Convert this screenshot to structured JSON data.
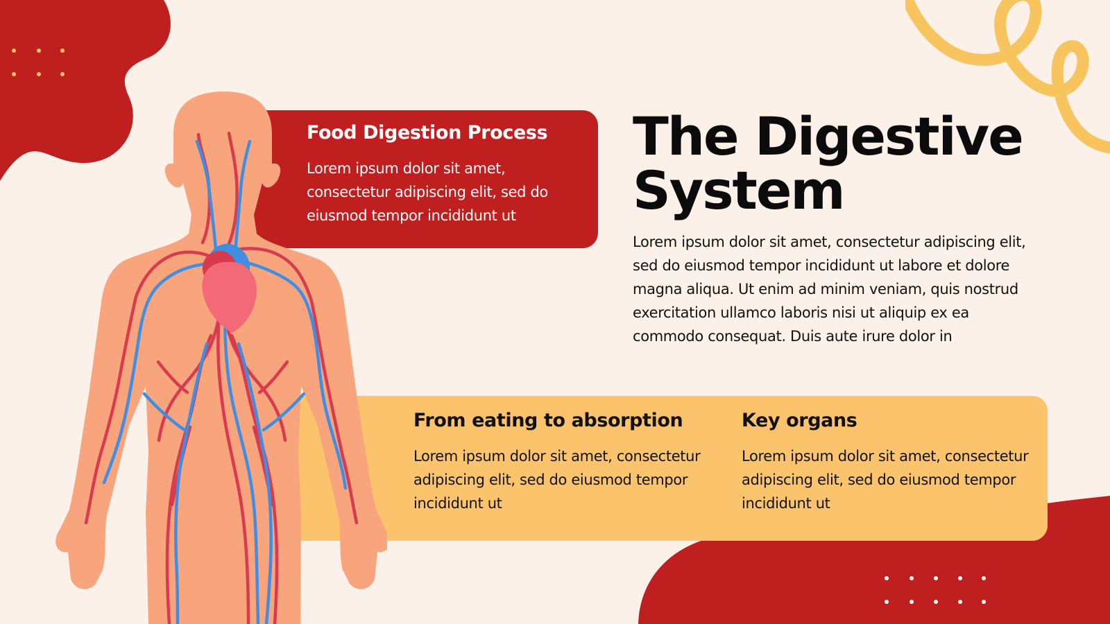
{
  "slide": {
    "title": "The Digestive System",
    "description": "Lorem ipsum dolor sit amet, consectetur adipiscing elit, sed do eiusmod tempor incididunt ut labore et dolore magna aliqua. Ut enim ad minim veniam, quis nostrud exercitation ullamco laboris nisi ut aliquip ex ea commodo consequat. Duis aute irure dolor in"
  },
  "red_card": {
    "heading": "Food Digestion Process",
    "body": "Lorem ipsum dolor sit amet, consectetur adipiscing elit, sed do eiusmod tempor incididunt ut"
  },
  "info_columns": [
    {
      "heading": "From eating to absorption",
      "body": "Lorem ipsum dolor sit amet, consectetur adipiscing elit, sed do eiusmod tempor incididunt ut"
    },
    {
      "heading": "Key organs",
      "body": "Lorem ipsum dolor sit amet, consectetur adipiscing elit, sed do eiusmod tempor incididunt ut"
    }
  ],
  "colors": {
    "background": "#fcf1e8",
    "red": "#c01f20",
    "yellow": "#fbc36b",
    "dot_yellow": "#f8c45d",
    "skin": "#f8a57e",
    "artery": "#d83b4e",
    "vein": "#3f8ee2",
    "heart": "#f36977"
  },
  "illustration": {
    "subject": "human-circulatory-system"
  },
  "decorations": {
    "top_left_blob": "red-organic-blob",
    "top_right_swirl": "yellow-swirl",
    "bottom_right_blob": "red-organic-blob",
    "top_left_dots": "yellow-dots-grid",
    "bottom_right_dots": "white-dots-grid"
  }
}
